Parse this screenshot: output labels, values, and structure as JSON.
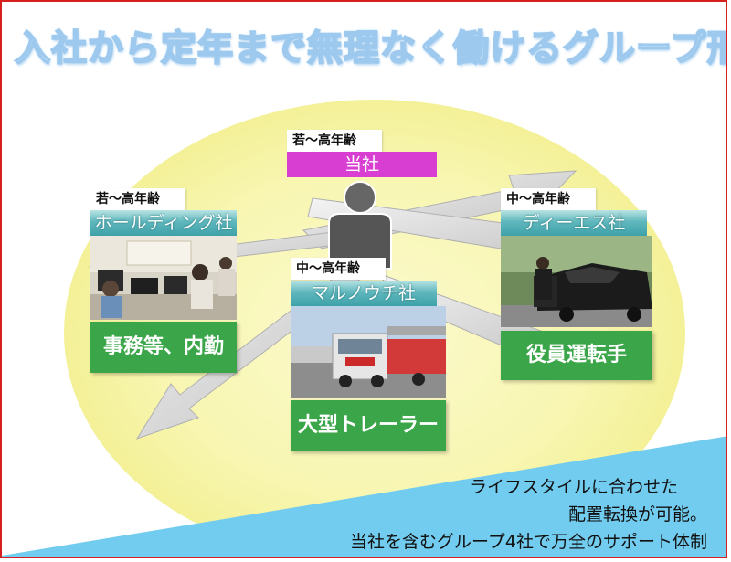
{
  "title": "入社から定年まで無理なく働けるグループ形態",
  "center": {
    "age": "若～高年齢",
    "company": "当社"
  },
  "companies": [
    {
      "id": "holding",
      "age": "若～高年齢",
      "company": "ホールディング社",
      "role": "事務等、内勤"
    },
    {
      "id": "marunouchi",
      "age": "中～高年齢",
      "company": "マルノウチ社",
      "role": "大型トレーラー"
    },
    {
      "id": "dies",
      "age": "中～高年齢",
      "company": "ディーエス社",
      "role": "役員運転手"
    }
  ],
  "bottom_text": {
    "line1": "ライフスタイルに合わせた",
    "line2": "配置転換が可能。",
    "line3": "当社を含むグループ4社で万全のサポート体制"
  },
  "colors": {
    "frame": "#d61f1f",
    "title_outline": "#9ec9ee",
    "ellipse_fill": "#f7f5a8",
    "center_tag": "#d93ed3",
    "company_tag": "#4fb0b6",
    "role_box": "#3ba649",
    "bottom_band": "#72ccef"
  },
  "icons": {
    "person": "person-silhouette-icon",
    "arrows": "radiating-arrows"
  }
}
